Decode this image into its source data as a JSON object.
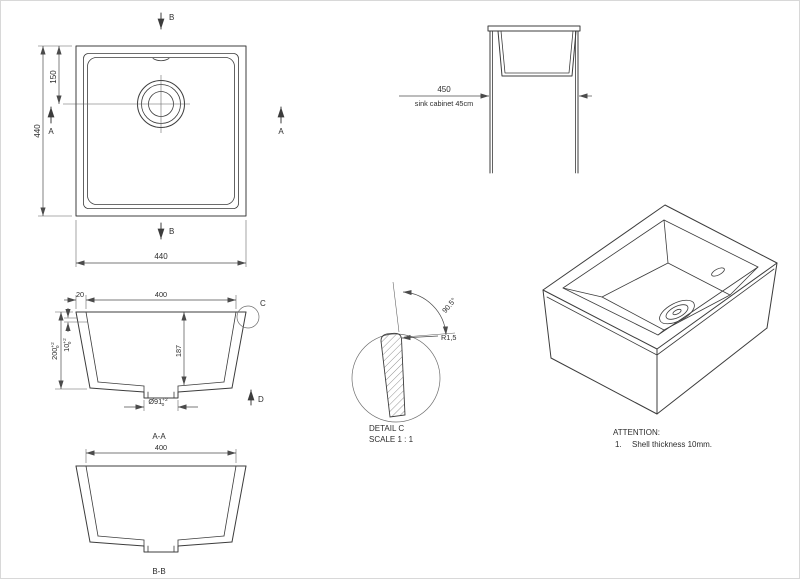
{
  "colors": {
    "line": "#3c3c3c",
    "dim": "#4b4b4b",
    "text": "#2d2d2d",
    "background": "#ffffff"
  },
  "plan_view": {
    "section_b_label": "B",
    "section_a_label": "A",
    "dim_height": "440",
    "dim_drain_offset": "150",
    "dim_width": "440"
  },
  "side_view": {
    "dim_width": "450",
    "caption": "sink cabinet 45cm"
  },
  "section_aa": {
    "label": "A-A",
    "dim_rim": "20",
    "dim_inner_width": "400",
    "dim_height": "200",
    "dim_shell": "10",
    "dim_depth": "187",
    "dim_drain": "Ø91",
    "detail_label": "C",
    "direction_label": "D"
  },
  "section_bb": {
    "label": "B-B",
    "dim_inner_width": "400"
  },
  "detail_c": {
    "title": "DETAIL C",
    "scale": "SCALE 1 : 1",
    "radius": "R1,5",
    "angle": "90.5°"
  },
  "tolerance": {
    "plus": "+2",
    "zero": "0"
  },
  "notes": {
    "attention": "ATTENTION:",
    "item_number": "1.",
    "item_text": "Shell thickness 10mm."
  }
}
